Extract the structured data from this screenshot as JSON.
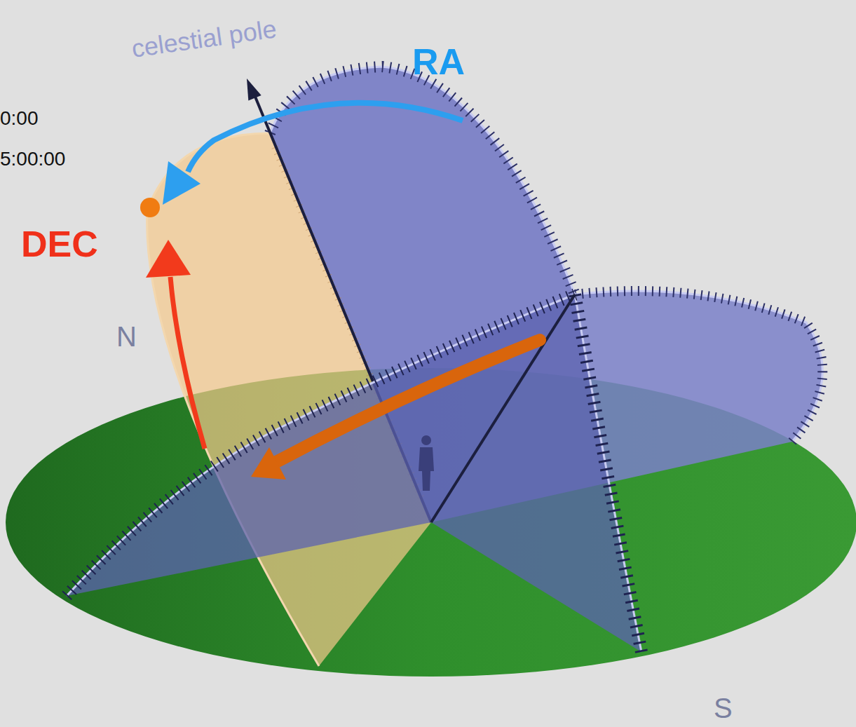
{
  "diagram": {
    "labels": [
      "0:00",
      "5:00:00",
      "celestial pole",
      "RA",
      "DEC",
      "N",
      "S"
    ]
  }
}
